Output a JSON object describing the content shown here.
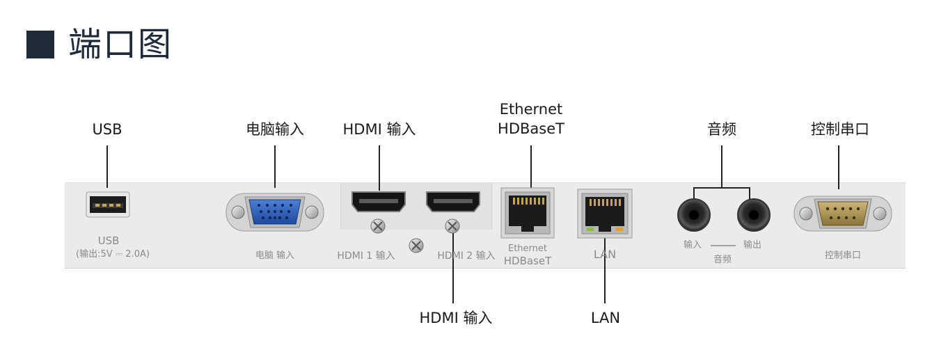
{
  "title": "端口图",
  "callouts": {
    "usb": "USB",
    "pc_input": "电脑输入",
    "hdmi_input_top": "HDMI 输入",
    "ethernet_line1": "Ethernet",
    "ethernet_line2": "HDBaseT",
    "audio": "音频",
    "serial": "控制串口",
    "hdmi_input_bottom": "HDMI 输入",
    "lan": "LAN"
  },
  "panel_labels": {
    "usb_line1": "USB",
    "usb_line2": "(输出:5V ⎓ 2.0A)",
    "pc_input": "电脑  输入",
    "hdmi1": "HDMI 1 输入",
    "hdmi2": "HDMI 2 输入",
    "ethernet_line1": "Ethernet",
    "ethernet_line2": "HDBaseT",
    "lan": "LAN",
    "audio_in": "输入",
    "audio_out": "输出",
    "audio": "音频",
    "serial": "控制串口"
  },
  "colors": {
    "title_square": "#1f2b3a",
    "panel": "#ebebeb",
    "vga_blue": "#2f5fb8",
    "serial_gold": "#a88f4a",
    "rj45_gold": "#c7a544"
  }
}
